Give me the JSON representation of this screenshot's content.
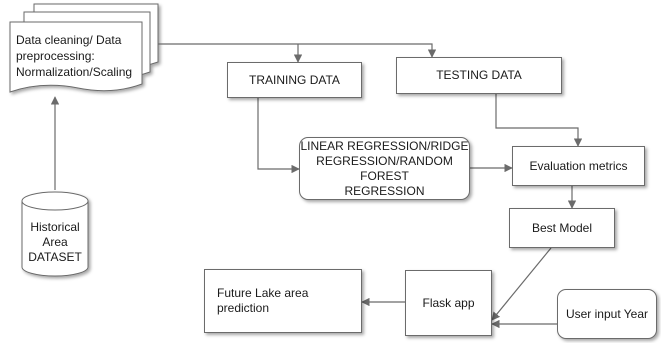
{
  "nodes": {
    "preprocessing": "Data cleaning/ Data\npreprocessing:\nNormalization/Scaling",
    "training": "TRAINING DATA",
    "testing": "TESTING DATA",
    "models": "LINEAR REGRESSION/RIDGE\nREGRESSION/RANDOM FOREST\nREGRESSION",
    "evaluation": "Evaluation metrics",
    "best_model": "Best Model",
    "flask": "Flask app",
    "prediction": "Future Lake area prediction",
    "user_input": "User input Year",
    "dataset": "Historical\nArea\nDATASET"
  }
}
